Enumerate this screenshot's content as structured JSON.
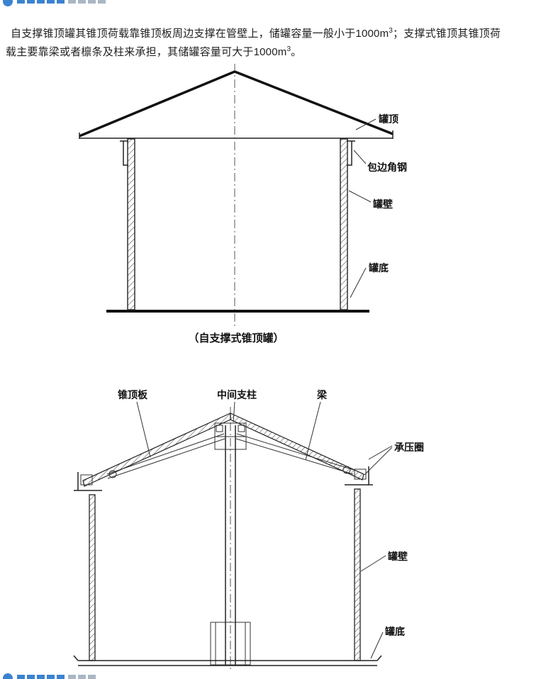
{
  "page": {
    "background": "#ffffff",
    "accent_blue": "#3b82d0",
    "watermark_gray": "#a9b6c4"
  },
  "paragraph": {
    "seg1": "自支撑锥顶罐其锥顶荷载靠锥顶板周边支撑在管壁上，储罐容量一般小于1000m",
    "sup1": "3",
    "seg2": "；支撑式锥顶其锥顶荷载主要靠梁或者檩条及柱来承担，其储罐容量可大于1000m",
    "sup2": "3",
    "seg3": "。"
  },
  "diagram1": {
    "caption": "（自支撑式锥顶罐）",
    "labels": {
      "roof": "罐顶",
      "curb_angle": "包边角钢",
      "shell": "罐壁",
      "bottom": "罐底"
    }
  },
  "diagram2": {
    "labels": {
      "roof_plate": "锥顶板",
      "center_column": "中间支柱",
      "beam": "梁",
      "pressure_ring": "承压圈",
      "shell": "罐壁",
      "bottom": "罐底"
    }
  }
}
